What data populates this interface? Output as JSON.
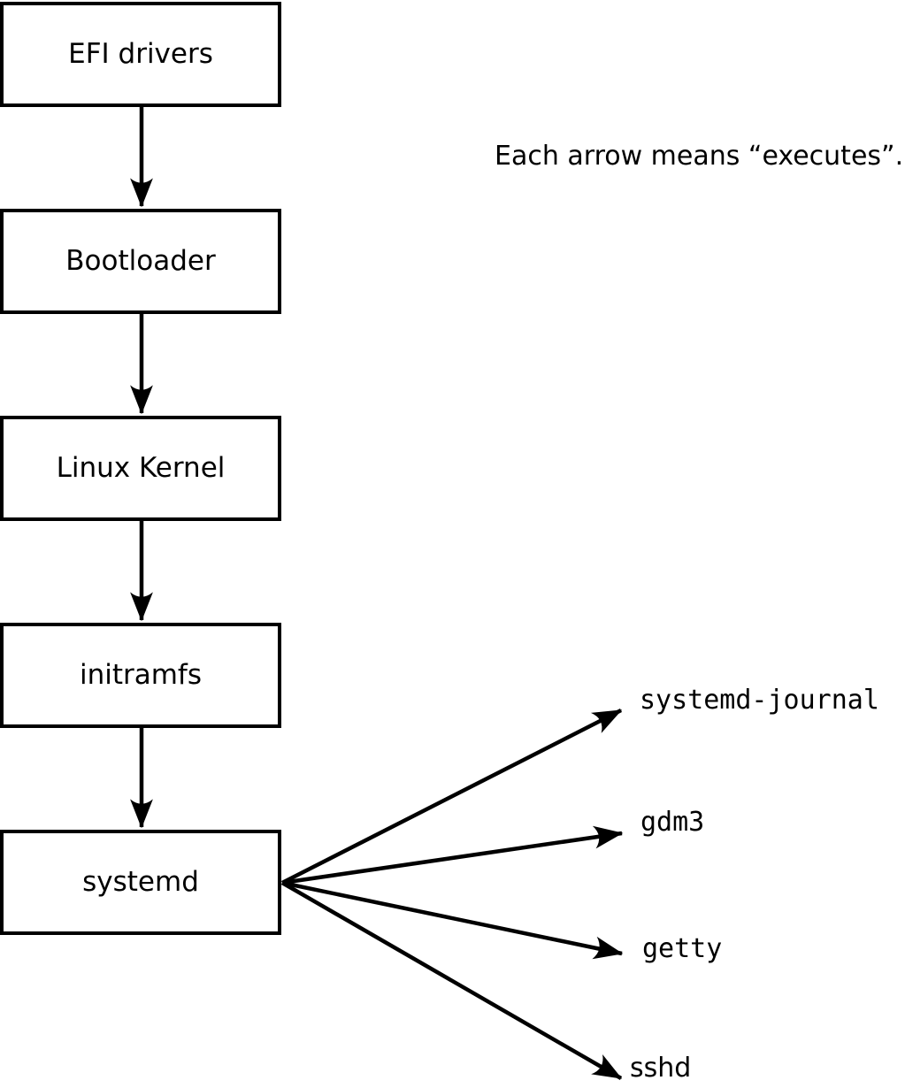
{
  "diagram": {
    "caption": "Each arrow means “executes”.",
    "arrow_meaning": "executes",
    "boxes": [
      {
        "label": "EFI drivers"
      },
      {
        "label": "Bootloader"
      },
      {
        "label": "Linux Kernel"
      },
      {
        "label": "initramfs"
      },
      {
        "label": "systemd"
      }
    ],
    "targets": [
      {
        "label": "systemd-journal"
      },
      {
        "label": "gdm3"
      },
      {
        "label": "getty"
      },
      {
        "label": "sshd"
      }
    ],
    "edges": [
      {
        "from": "EFI drivers",
        "to": "Bootloader"
      },
      {
        "from": "Bootloader",
        "to": "Linux Kernel"
      },
      {
        "from": "Linux Kernel",
        "to": "initramfs"
      },
      {
        "from": "initramfs",
        "to": "systemd"
      },
      {
        "from": "systemd",
        "to": "systemd-journal"
      },
      {
        "from": "systemd",
        "to": "gdm3"
      },
      {
        "from": "systemd",
        "to": "getty"
      },
      {
        "from": "systemd",
        "to": "sshd"
      }
    ],
    "colors": {
      "ink": "#000000",
      "paper": "#ffffff"
    }
  }
}
